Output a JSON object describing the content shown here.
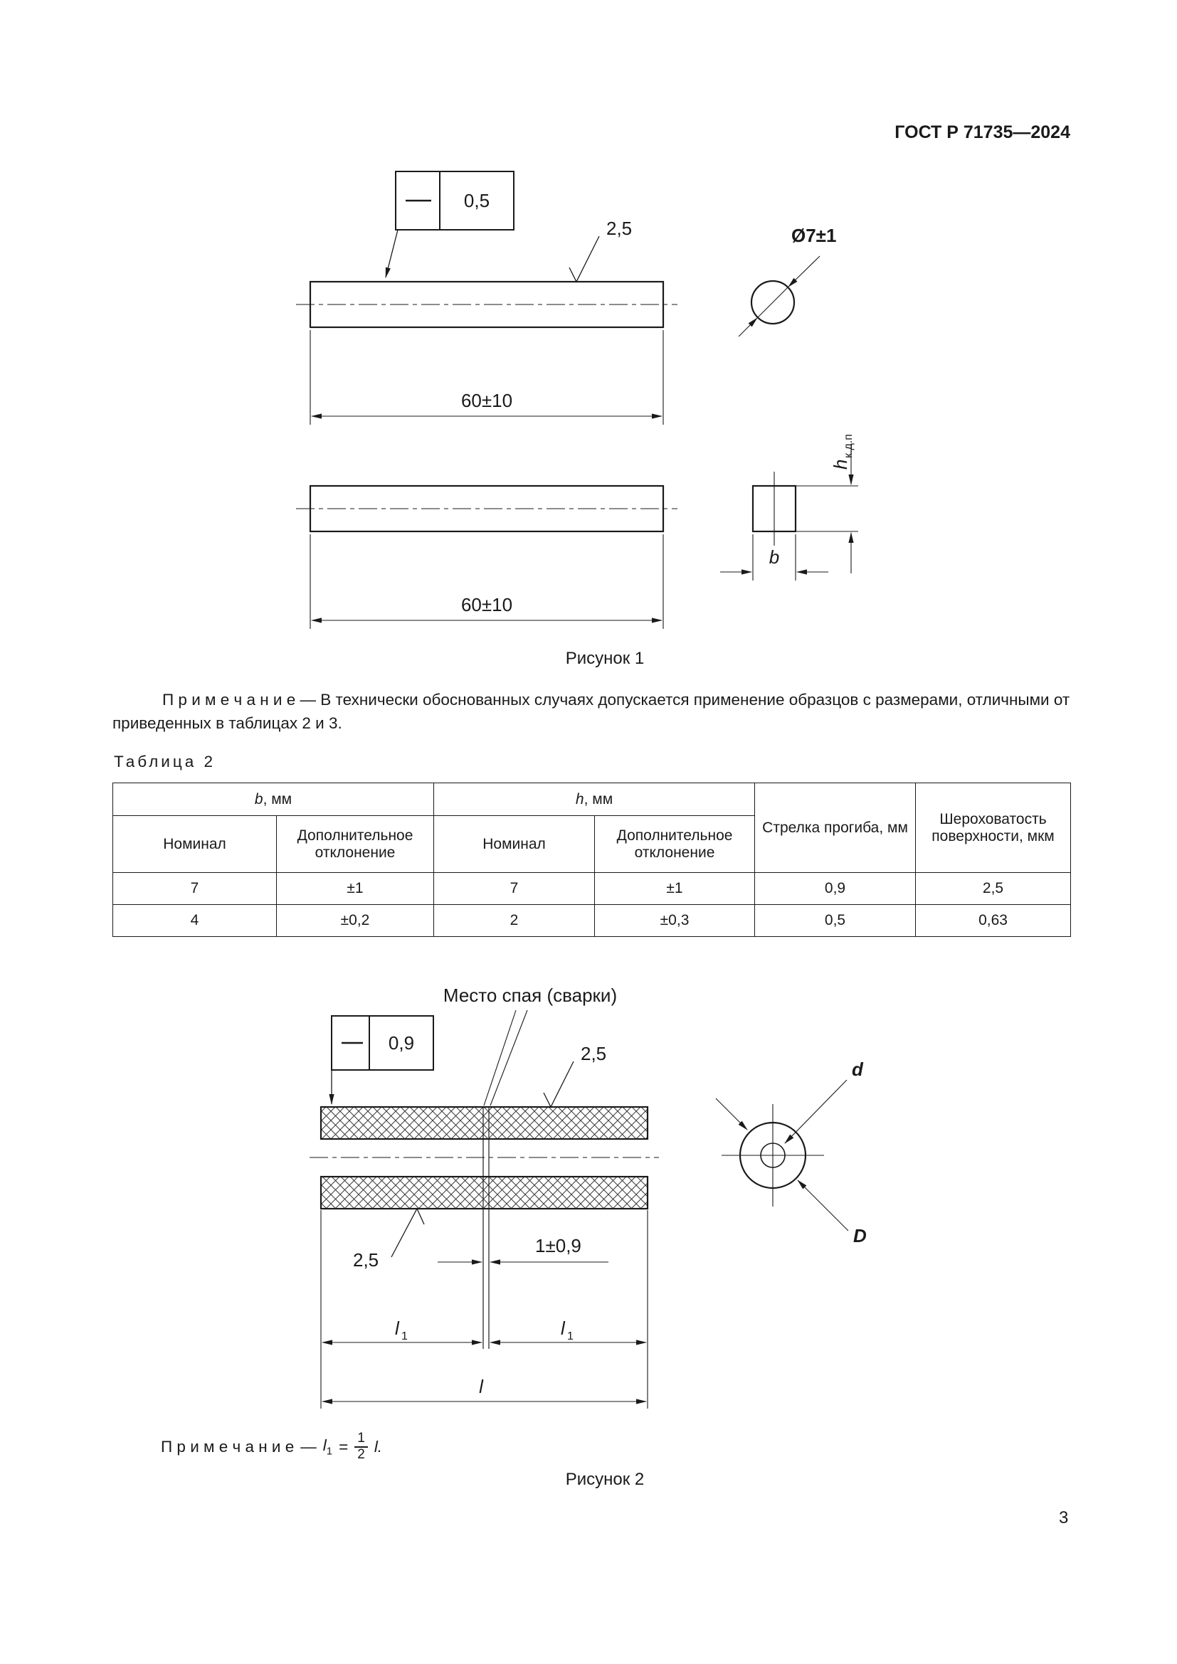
{
  "page": {
    "header": "ГОСТ Р 71735—2024",
    "page_number": "3"
  },
  "figure1": {
    "tolerance_value": "0,5",
    "roughness_value": "2,5",
    "diameter_label": "Ø7±1",
    "length_dim_top": "60±10",
    "length_dim_bottom": "60±10",
    "height_var": "h",
    "height_sub": "к.д.п",
    "width_var": "b",
    "caption": "Рисунок 1"
  },
  "note1": {
    "label": "П р и м е ч а н и е",
    "text": "— В технически обоснованных случаях допускается применение образцов с размерами, отличными от приведенных в таблицах 2 и 3."
  },
  "table2": {
    "title": "Таблица 2",
    "col_b": "b",
    "col_h": "h",
    "unit_mm": ", мм",
    "nominal": "Номинал",
    "tolerance": "Дополнительное отклонение",
    "deflection": "Стрелка прогиба, мм",
    "roughness": "Шероховатость поверхности, мкм",
    "rows": [
      [
        "7",
        "±1",
        "7",
        "±1",
        "0,9",
        "2,5"
      ],
      [
        "4",
        "±0,2",
        "2",
        "±0,3",
        "0,5",
        "0,63"
      ]
    ]
  },
  "figure2": {
    "weld_label": "Место спая (сварки)",
    "tolerance_value": "0,9",
    "roughness_top": "2,5",
    "roughness_bottom": "2,5",
    "weld_dim": "1±0,9",
    "l1_var": "l",
    "l1_sub": "1",
    "d_label": "d",
    "D_label": "D",
    "l_label": "l",
    "caption": "Рисунок 2"
  },
  "note2": {
    "label": "П р и м е ч а н и е",
    "dash": "—",
    "lhs": "l",
    "lhs_sub": "1",
    "eq": "=",
    "num": "1",
    "den": "2",
    "rhs": "l."
  }
}
